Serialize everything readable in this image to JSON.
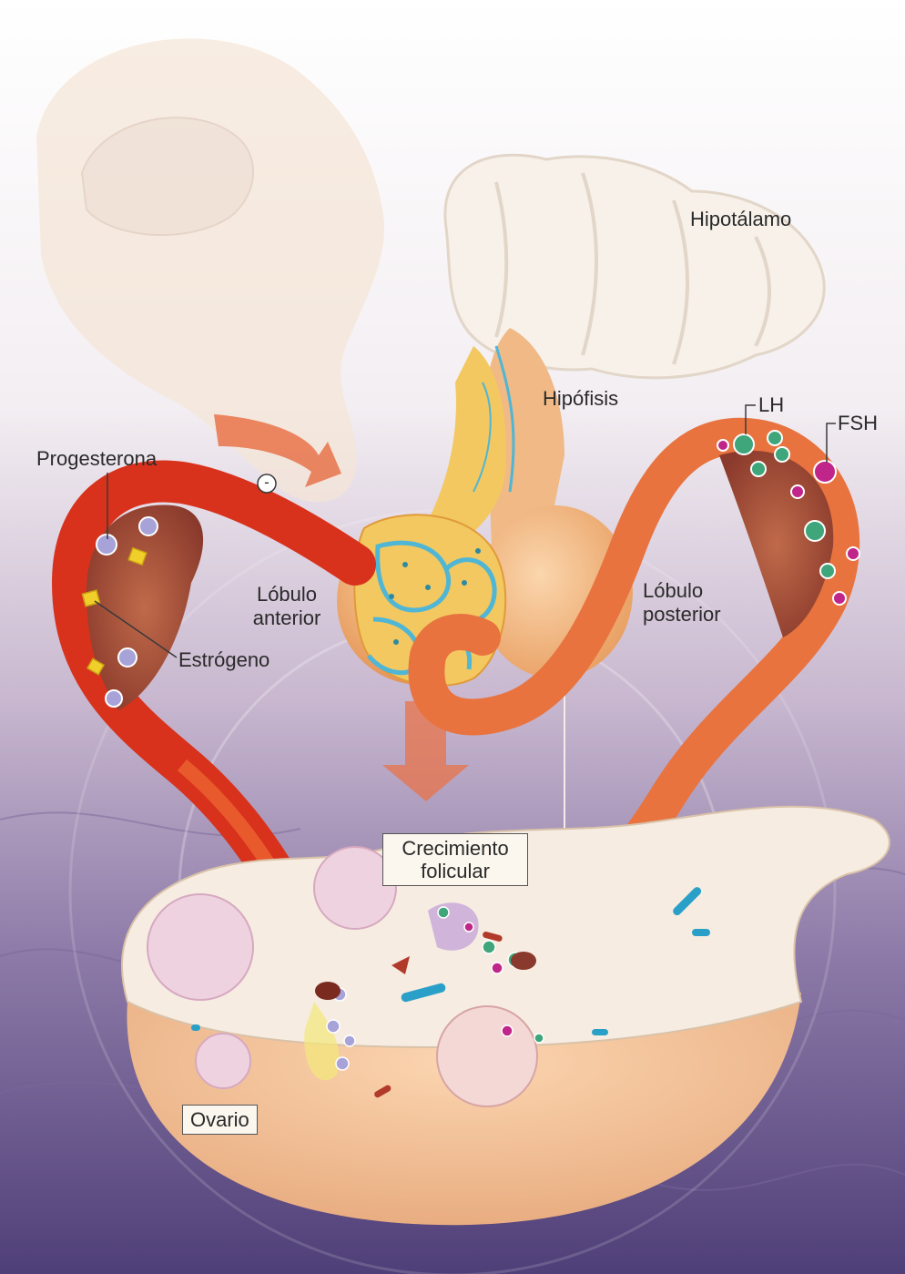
{
  "labels": {
    "hypothalamus": "Hipotálamo",
    "pituitary": "Hipófisis",
    "anterior_lobe_line1": "Lóbulo",
    "anterior_lobe_line2": "anterior",
    "posterior_lobe_line1": "Lóbulo",
    "posterior_lobe_line2": "posterior",
    "progesterone": "Progesterona",
    "estrogen": "Estrógeno",
    "lh": "LH",
    "fsh": "FSH",
    "follicular_growth_line1": "Crecimiento",
    "follicular_growth_line2": "folicular",
    "ovary": "Ovario",
    "negative_feedback": "-"
  },
  "colors": {
    "vessel_red": "#d8321c",
    "vessel_orange": "#e8733f",
    "gland_yellow": "#f3c860",
    "capillary_blue": "#4fb6d6",
    "background_purple": "#6d5a8f",
    "lh_green": "#3fa57a",
    "fsh_magenta": "#c0268a",
    "progesterone_lavender": "#a7a3d8",
    "estrogen_yellow": "#f1cf2a"
  }
}
